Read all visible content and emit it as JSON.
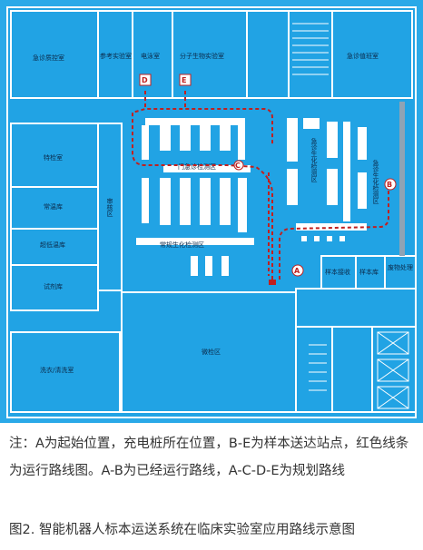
{
  "rooms": {
    "r1": "急诊质控室",
    "r2": "参考实验室",
    "r3": "电泳室",
    "r4": "分子生物实验室",
    "r5": "急诊值班室",
    "r6": "特检室",
    "r7": "常温库",
    "r8": "超低温库",
    "r9": "试剂库",
    "r10": "洗衣/清洗室",
    "r11": "审核区",
    "r12": "门急诊检测区",
    "r13": "常规生化检测区",
    "r14": "急诊生化检测区",
    "r15": "样本接收",
    "r16": "样本库",
    "r17": "废物处理",
    "r18": "微检区"
  },
  "stations": {
    "A": "A",
    "B": "B",
    "C": "C",
    "D": "D",
    "E": "E"
  },
  "colors": {
    "floor": "#23a6e6",
    "route": "#c0201f"
  },
  "caption": {
    "note": "注：A为起始位置，充电桩所在位置，B-E为样本送达站点，红色线条为运行路线图。A-B为已经运行路线，A-C-D-E为规划路线",
    "figure": "图2. 智能机器人标本运送系统在临床实验室应用路线示意图"
  }
}
